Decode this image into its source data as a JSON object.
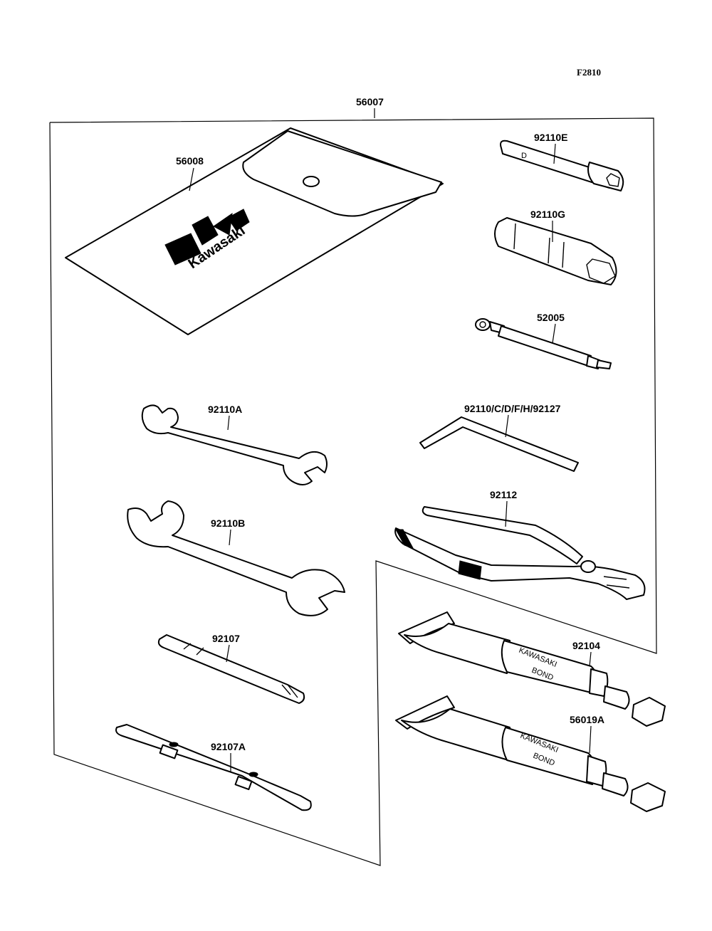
{
  "figure_code": "F2810",
  "parts": {
    "kit": "56007",
    "pouch": "56008",
    "socket_small": "92110E",
    "socket_plug": "92110G",
    "handle_bar": "52005",
    "hex_keys": "92110/C/D/F/H/92127",
    "wrench_small": "92110A",
    "wrench_large": "92110B",
    "pliers": "92112",
    "driver": "92107",
    "driver_holder": "92107A",
    "bond_tube_1": "92104",
    "bond_tube_2": "56019A"
  },
  "logo_text": "Kawasaki",
  "tube_text": {
    "line1": "KAWASAKI",
    "line2": "BOND"
  }
}
